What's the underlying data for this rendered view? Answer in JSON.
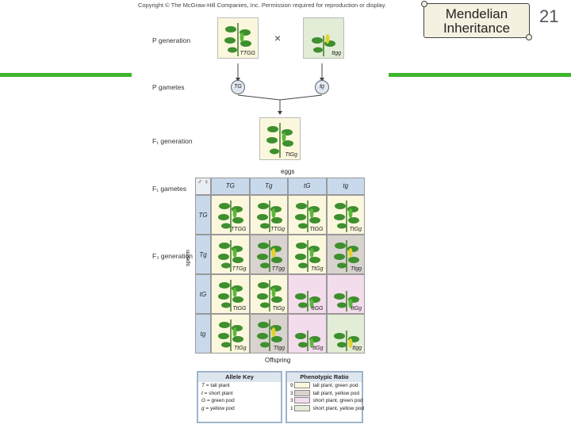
{
  "header": {
    "copyright": "Copyright © The McGraw-Hill Companies, Inc. Permission required for reproduction or display.",
    "title_line1": "Mendelian",
    "title_line2": "Inheritance",
    "page_number": "21"
  },
  "row_labels": {
    "p_generation": "P generation",
    "p_gametes": "P gametes",
    "f1_generation": "F₁ generation",
    "f1_gametes": "F₁ gametes",
    "f2_generation": "F₂ generation"
  },
  "parents": {
    "left_genotype": "TTGG",
    "right_genotype": "ttgg",
    "cross_symbol": "×",
    "left_gamete": "TG",
    "right_gamete": "tg"
  },
  "f1": {
    "genotype": "TtGg"
  },
  "punnett": {
    "eggs_label": "eggs",
    "sperm_label": "sperm",
    "offspring_label": "Offspring",
    "corner_label": "♂ ♀",
    "egg_gametes": [
      "TG",
      "Tg",
      "tG",
      "tg"
    ],
    "sperm_gametes": [
      "TG",
      "Tg",
      "tG",
      "tg"
    ],
    "cells": [
      [
        "TTGG",
        "TTGg",
        "TtGG",
        "TtGg"
      ],
      [
        "TTGg",
        "TTgg",
        "TtGg",
        "Ttgg"
      ],
      [
        "TtGG",
        "TtGg",
        "ttGG",
        "ttGg"
      ],
      [
        "TtGg",
        "Ttgg",
        "ttGg",
        "ttgg"
      ]
    ],
    "phenotypes": [
      [
        "tall-green",
        "tall-green",
        "tall-green",
        "tall-green"
      ],
      [
        "tall-green",
        "tall-yellow",
        "tall-green",
        "tall-yellow"
      ],
      [
        "tall-green",
        "tall-green",
        "short-green",
        "short-green"
      ],
      [
        "tall-green",
        "tall-yellow",
        "short-green",
        "short-yellow"
      ]
    ]
  },
  "colors": {
    "tall-green": "#fbf7dd",
    "tall-yellow": "#d9d3cf",
    "short-green": "#f3dcec",
    "short-yellow": "#e2ecd6",
    "slide_accent_green": "#3fb52e",
    "header_blue": "#c9d9ec"
  },
  "allele_key": {
    "title": "Allele Key",
    "entries": [
      {
        "symbol": "T",
        "meaning": "= tall plant"
      },
      {
        "symbol": "t",
        "meaning": "= short plant"
      },
      {
        "symbol": "G",
        "meaning": "= green pod"
      },
      {
        "symbol": "g",
        "meaning": "= yellow pod"
      }
    ]
  },
  "phenotypic_ratio": {
    "title": "Phenotypic Ratio",
    "entries": [
      {
        "count": "9",
        "label": "tall plant, green pod",
        "color_key": "tall-green"
      },
      {
        "count": "3",
        "label": "tall plant, yellow pod",
        "color_key": "tall-yellow"
      },
      {
        "count": "3",
        "label": "short plant, green pod",
        "color_key": "short-green"
      },
      {
        "count": "1",
        "label": "short plant, yellow pod",
        "color_key": "short-yellow"
      }
    ]
  }
}
